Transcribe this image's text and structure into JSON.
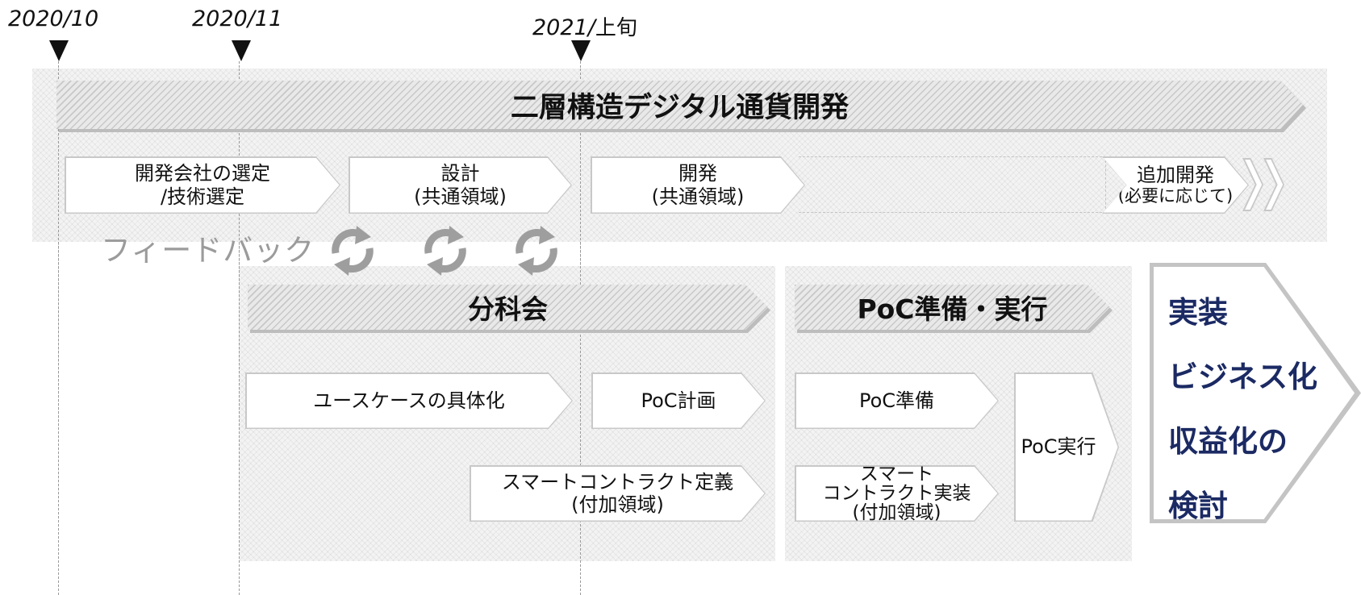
{
  "timeline": {
    "markers": [
      {
        "label": "2020/10"
      },
      {
        "label": "2020/11"
      },
      {
        "label": "2021/",
        "suffix": "上旬"
      }
    ]
  },
  "main_phase": {
    "title": "二層構造デジタル通貨開発",
    "steps": [
      {
        "line1": "開発会社の選定",
        "line2": "/技術選定"
      },
      {
        "line1": "設計",
        "line2": "(共通領域)"
      },
      {
        "line1": "開発",
        "line2": "(共通領域)"
      },
      {
        "line1": "追加開発",
        "line2": "(必要に応じて)"
      }
    ]
  },
  "feedback": {
    "label": "フィードバック",
    "icons": [
      "cycle-arrows-icon",
      "cycle-arrows-icon",
      "cycle-arrows-icon"
    ]
  },
  "subcommittee": {
    "title": "分科会",
    "steps": [
      {
        "line1": "ユースケースの具体化"
      },
      {
        "line1": "PoC計画"
      },
      {
        "line1": "スマートコントラクト定義",
        "line2": "(付加領域)"
      }
    ]
  },
  "poc": {
    "title": "PoC準備・実行",
    "steps": [
      {
        "line1": "PoC準備"
      },
      {
        "line1": "スマート",
        "line2": "コントラクト実装",
        "line3": "(付加領域)"
      },
      {
        "line1": "PoC実行"
      }
    ]
  },
  "implementation": {
    "lines": [
      "実装",
      "ビジネス化",
      "収益化の",
      "検討"
    ],
    "color": "#1b2a63"
  }
}
